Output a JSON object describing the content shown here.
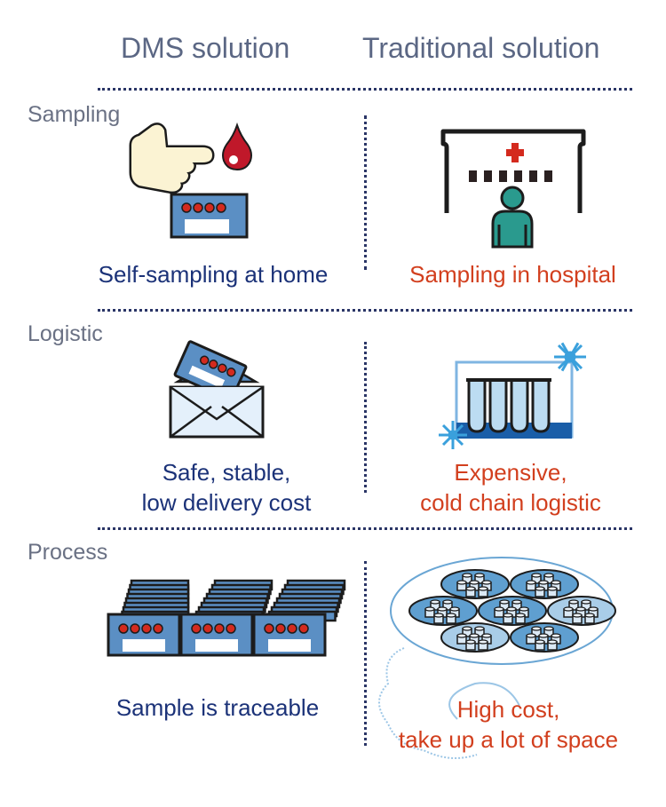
{
  "columns": {
    "dms": "DMS solution",
    "traditional": "Traditional solution"
  },
  "rows": [
    {
      "label": "Sampling",
      "dms": {
        "icon": "hand-pointing-card-blood-drop-icon",
        "caption_lines": [
          "Self-sampling at home"
        ]
      },
      "traditional": {
        "icon": "hospital-patient-icon",
        "caption_lines": [
          "Sampling in hospital"
        ]
      }
    },
    {
      "label": "Logistic",
      "dms": {
        "icon": "envelope-card-icon",
        "caption_lines": [
          "Safe, stable,",
          "low delivery cost"
        ]
      },
      "traditional": {
        "icon": "frozen-test-tubes-icon",
        "caption_lines": [
          "Expensive,",
          "cold chain logistic"
        ]
      }
    },
    {
      "label": "Process",
      "dms": {
        "icon": "card-stacks-icon",
        "caption_lines": [
          "Sample is traceable"
        ]
      },
      "traditional": {
        "icon": "tube-racks-storage-icon",
        "caption_lines": [
          "High cost,",
          "take up a lot of space"
        ]
      }
    }
  ],
  "colors": {
    "heading": "#5b6784",
    "dms_caption": "#1b3278",
    "traditional_caption": "#d23f1e",
    "card_blue": "#5b8fc4",
    "blood_red": "#c0182a",
    "patient_teal": "#2a9a8e",
    "divider": "#2a3566"
  }
}
